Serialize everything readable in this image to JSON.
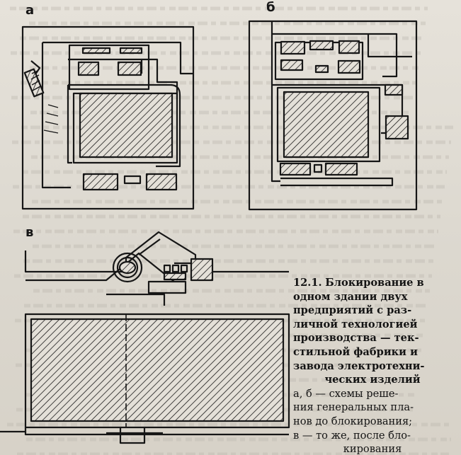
{
  "plans": {
    "a": {
      "label": "а"
    },
    "b": {
      "label": "б"
    },
    "v": {
      "label": "в"
    }
  },
  "caption": {
    "number": "12.1.",
    "title_lines": [
      "Блокирование в",
      "одном здании двух",
      "предприятий с раз-",
      "личной технологией",
      "производства — тек-",
      "стильной фабрики и",
      "завода электротехни-",
      "ческих изделий"
    ],
    "legend_lines": [
      "а, б — схемы реше-",
      "ния генеральных пла-",
      "нов до блокирования;",
      "в — то же, после бло-",
      "кирования"
    ]
  },
  "palette": {
    "ink": "#161616",
    "paper": "#e2ded6",
    "ghost_text": "#b9b4ab"
  }
}
